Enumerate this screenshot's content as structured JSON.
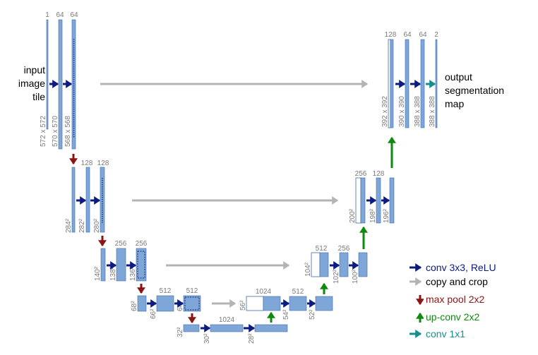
{
  "colors": {
    "block": "#7ea7d8",
    "block_border": "#3c6aa8",
    "conv": "#0c1b80",
    "copy": "#b4b4b4",
    "pool": "#8b1414",
    "upconv": "#0e8a0e",
    "conv1x1": "#158e8e",
    "label_gray": "#7a7a7a"
  },
  "input_label": [
    "input",
    "image",
    "tile"
  ],
  "output_label": [
    "output",
    "segmentation",
    "map"
  ],
  "channels": {
    "l1": [
      "1",
      "64",
      "64"
    ],
    "l2": [
      "128",
      "128"
    ],
    "l3": [
      "256",
      "256"
    ],
    "l4": [
      "512",
      "512"
    ],
    "l5": [
      "1024"
    ],
    "r4": [
      "1024",
      "512"
    ],
    "r3": [
      "512",
      "256"
    ],
    "r2": [
      "256",
      "128"
    ],
    "r1": [
      "128",
      "64",
      "64",
      "2"
    ]
  },
  "sizes": {
    "l1": [
      "572 x 572",
      "570 x 570",
      "568 x 568"
    ],
    "l2": [
      "284²",
      "282²",
      "280²"
    ],
    "l3": [
      "140²",
      "138²",
      "136²"
    ],
    "l4": [
      "68²",
      "66²",
      "64²"
    ],
    "l5": [
      "32²",
      "30²",
      "28²"
    ],
    "r4": [
      "56²",
      "54²",
      "52²"
    ],
    "r3": [
      "104²",
      "102²",
      "100²"
    ],
    "r2": [
      "200²",
      "198²",
      "196²"
    ],
    "r1": [
      "392 x 392",
      "390 x 390",
      "388 x 388",
      "388 x 388"
    ]
  },
  "legend": [
    {
      "label": "conv 3x3, ReLU",
      "icon": "conv-arrow-icon",
      "color": "#0c1b80"
    },
    {
      "label": "copy and crop",
      "icon": "copy-arrow-icon",
      "color": "#b4b4b4"
    },
    {
      "label": "max pool 2x2",
      "icon": "down-arrow-icon",
      "color": "#8b1414"
    },
    {
      "label": "up-conv 2x2",
      "icon": "up-arrow-icon",
      "color": "#0e8a0e"
    },
    {
      "label": "conv 1x1",
      "icon": "conv1x1-arrow-icon",
      "color": "#158e8e"
    }
  ]
}
